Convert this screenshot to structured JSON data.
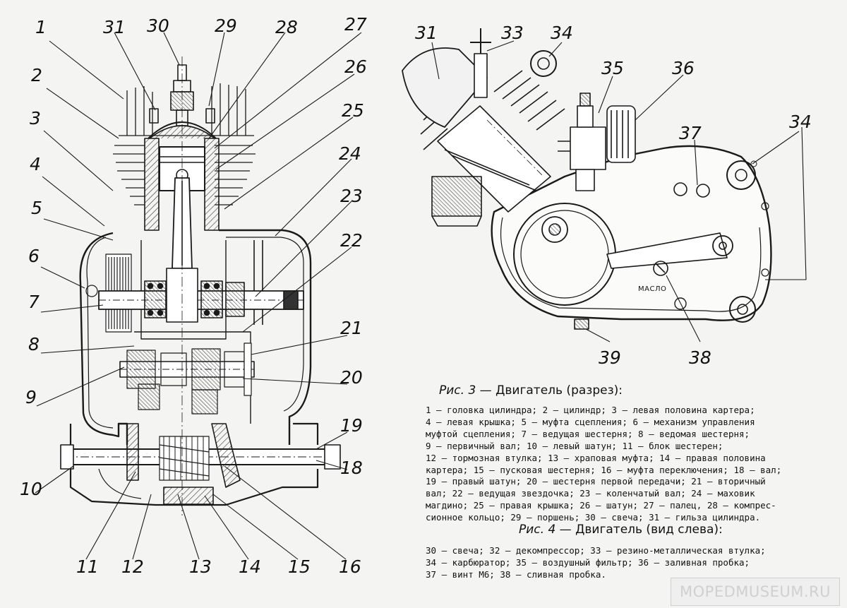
{
  "fig3": {
    "callouts": [
      {
        "id": "1",
        "text": "1"
      },
      {
        "id": "2",
        "text": "2"
      },
      {
        "id": "3",
        "text": "3"
      },
      {
        "id": "4",
        "text": "4"
      },
      {
        "id": "5",
        "text": "5"
      },
      {
        "id": "6",
        "text": "6"
      },
      {
        "id": "7",
        "text": "7"
      },
      {
        "id": "8",
        "text": "8"
      },
      {
        "id": "9",
        "text": "9"
      },
      {
        "id": "10",
        "text": "10"
      },
      {
        "id": "11",
        "text": "11"
      },
      {
        "id": "12",
        "text": "12"
      },
      {
        "id": "13",
        "text": "13"
      },
      {
        "id": "14",
        "text": "14"
      },
      {
        "id": "15",
        "text": "15"
      },
      {
        "id": "16",
        "text": "16"
      },
      {
        "id": "18",
        "text": "18"
      },
      {
        "id": "19",
        "text": "19"
      },
      {
        "id": "20",
        "text": "20"
      },
      {
        "id": "21",
        "text": "21"
      },
      {
        "id": "22",
        "text": "22"
      },
      {
        "id": "23",
        "text": "23"
      },
      {
        "id": "24",
        "text": "24"
      },
      {
        "id": "25",
        "text": "25"
      },
      {
        "id": "26",
        "text": "26"
      },
      {
        "id": "27",
        "text": "27"
      },
      {
        "id": "28",
        "text": "28"
      },
      {
        "id": "29",
        "text": "29"
      },
      {
        "id": "30",
        "text": "30"
      },
      {
        "id": "31",
        "text": "31"
      }
    ],
    "caption_label": "Рис. 3",
    "caption_rest": " — Двигатель (разрез):",
    "legend_lines": [
      "1 — головка цилиндра; 2 — цилиндр; 3 — левая половина картера;",
      "4 — левая крышка; 5 — муфта сцепления; 6 — механизм управления",
      "муфтой сцепления; 7 — ведущая шестерня; 8 — ведомая шестерня;",
      "9 — первичный вал; 10 — левый шатун; 11 — блок шестерен;",
      "12 — тормозная втулка; 13 — храповая муфта; 14 — правая половина",
      "картера; 15 — пусковая шестерня; 16 — муфта переключения; 18 — вал;",
      "19 — правый шатун; 20 — шестерня первой передачи; 21 — вторичный",
      "вал; 22 — ведущая звездочка; 23 — коленчатый вал; 24 — маховик",
      "магдино; 25 — правая крышка; 26 — шатун; 27 — палец, 28 — компрес-",
      "сионное кольцо; 29 — поршень; 30 — свеча; 31 — гильза цилиндра."
    ]
  },
  "fig4": {
    "callouts": [
      {
        "id": "31",
        "text": "31"
      },
      {
        "id": "33",
        "text": "33"
      },
      {
        "id": "34a",
        "text": "34"
      },
      {
        "id": "35",
        "text": "35"
      },
      {
        "id": "36",
        "text": "36"
      },
      {
        "id": "37",
        "text": "37"
      },
      {
        "id": "34b",
        "text": "34"
      },
      {
        "id": "39",
        "text": "39"
      },
      {
        "id": "38",
        "text": "38"
      }
    ],
    "oil_label": "МАСЛО",
    "caption_label": "Рис. 4",
    "caption_rest": " — Двигатель (вид слева):",
    "legend_lines": [
      "30 — свеча; 32 — декомпрессор; 33 — резино-металлическая втулка;",
      "34 — карбюратор; 35 — воздушный фильтр; 36 — заливная пробка;",
      "37 — винт М6; 38 — сливная пробка."
    ]
  },
  "watermark": "MOPEDMUSEUM.RU",
  "colors": {
    "ink": "#111111",
    "paper": "#f4f4f2",
    "shade": "#8a8a8a",
    "watermark": "#d0d0d0"
  }
}
